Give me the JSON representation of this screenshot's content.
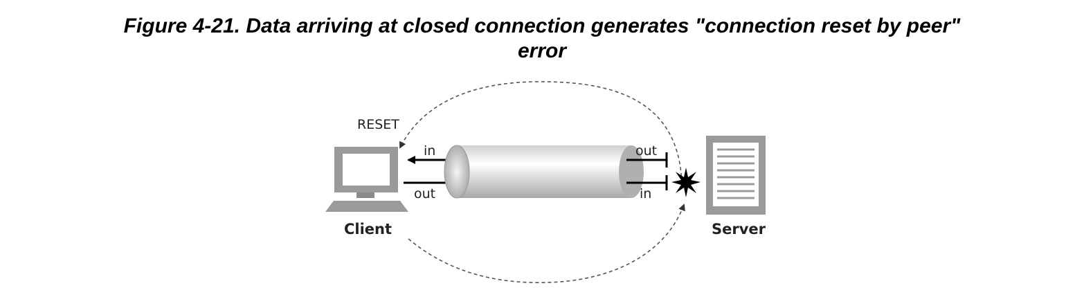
{
  "figure": {
    "caption_line1": "Figure 4-21. Data arriving at closed connection generates \"connection reset by peer\"",
    "caption_line2": "error"
  },
  "diagram": {
    "client_label": "Client",
    "server_label": "Server",
    "reset_label": "RESET",
    "client_in_label": "in",
    "client_out_label": "out",
    "server_out_label": "out",
    "server_in_label": "in",
    "colors": {
      "computer_gray": "#9a9a9a",
      "pipe_light": "#ffffff",
      "pipe_dark": "#b8b8b8",
      "line": "#000000",
      "dashed": "#555555"
    }
  }
}
